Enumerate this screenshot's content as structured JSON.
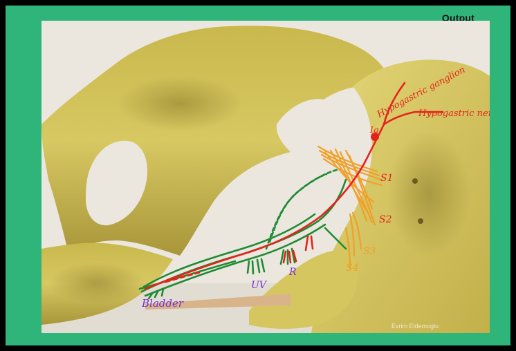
{
  "header": {
    "output_label": "Output"
  },
  "annotations": {
    "ganglion_label": "Hypogastric ganglion",
    "hypogastric_nerve_label": "Hypogastric nerve",
    "ig_label": "Ig",
    "s1": "S1",
    "s2": "S2",
    "s3": "S3",
    "s4": "S4",
    "bladder": "Bladder",
    "uv": "UV",
    "r": "R"
  },
  "photo": {
    "credit": "Evrim Eldemoglu"
  },
  "colors": {
    "frame": "#000000",
    "panel": "#2fb47a",
    "bone": "#d4c55a",
    "nerve_red": "#e3231b",
    "nerve_green": "#1f8a34",
    "sacral_orange": "#f0a02a",
    "label_purple": "#7a2fd6"
  }
}
